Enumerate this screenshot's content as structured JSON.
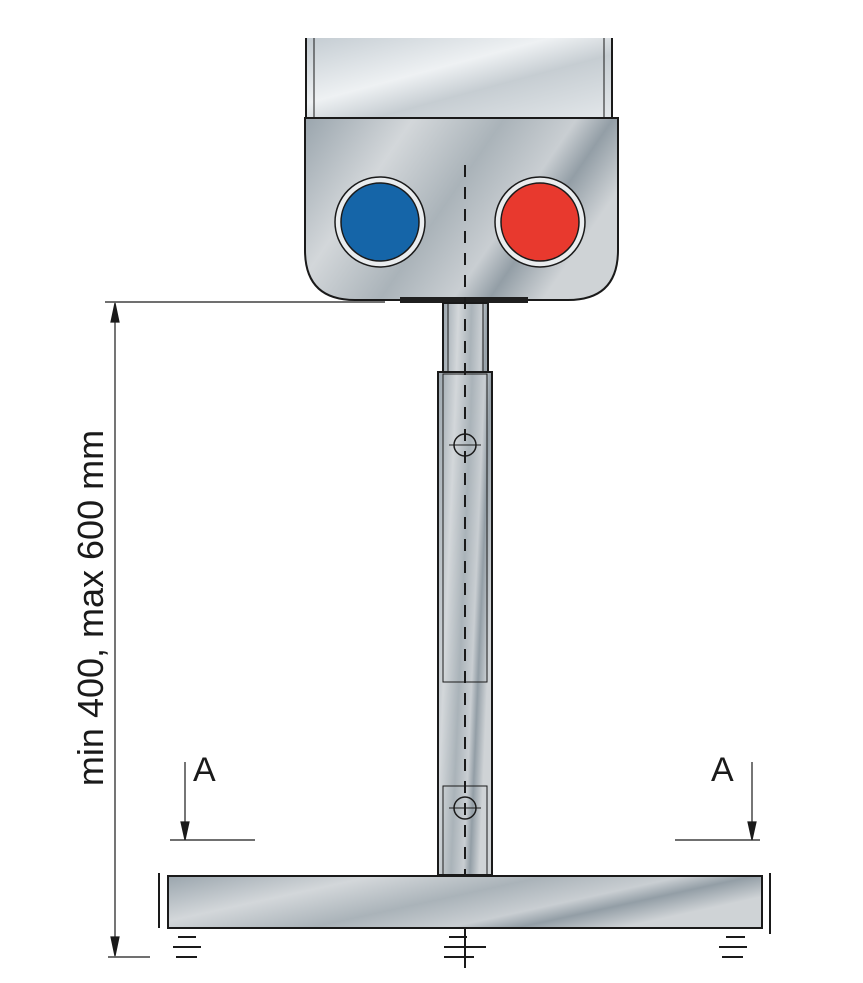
{
  "dimension": {
    "label": "min 400, max 600 mm",
    "min_mm": 400,
    "max_mm": 600
  },
  "section_marks": {
    "left": "A",
    "right": "A"
  },
  "colors": {
    "cold": "#1565a8",
    "hot": "#e8392e",
    "metal": "#b8c0c6",
    "outline": "#1a1a1a"
  }
}
